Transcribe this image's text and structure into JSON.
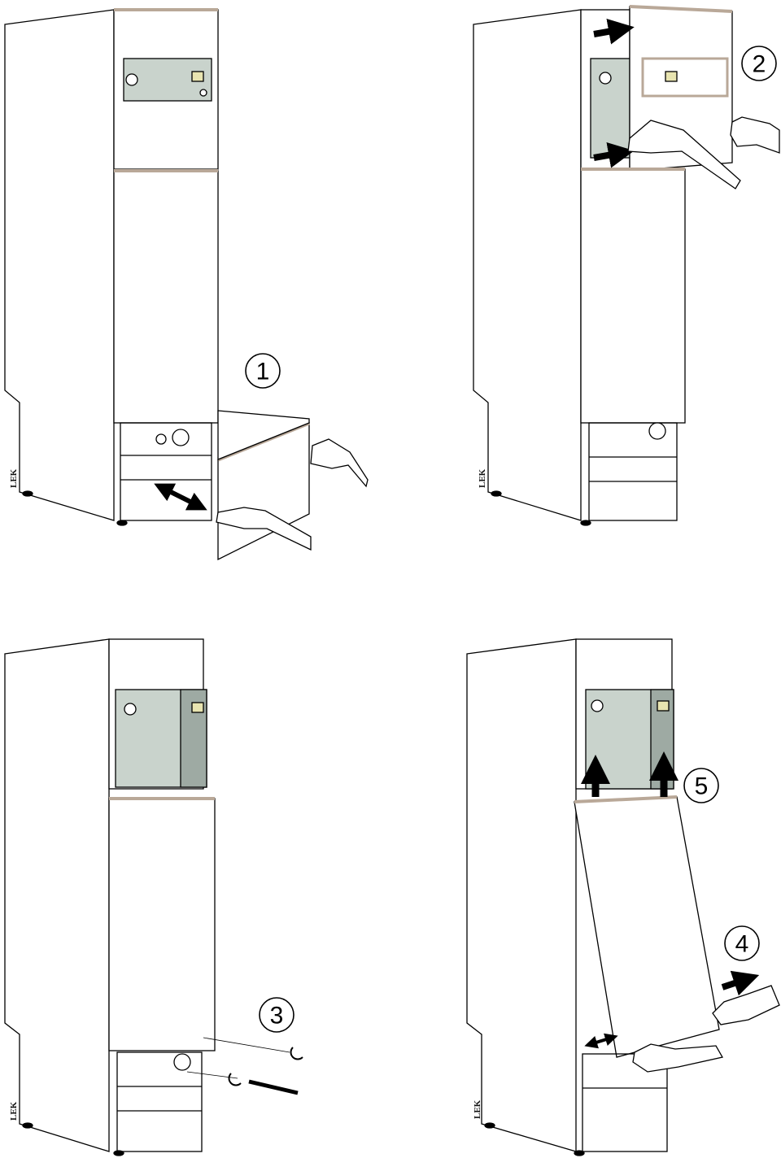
{
  "steps": [
    {
      "number": "1"
    },
    {
      "number": "2"
    },
    {
      "number": "3"
    },
    {
      "number": "4"
    },
    {
      "number": "5"
    }
  ],
  "brand_mark": "LEK",
  "colors": {
    "panel_green": "#c9d3cc",
    "panel_green_dark": "#9eaaa3",
    "cabinet_fill": "#ffffff",
    "edge_tan": "#b9a898",
    "arrow": "#000000"
  }
}
